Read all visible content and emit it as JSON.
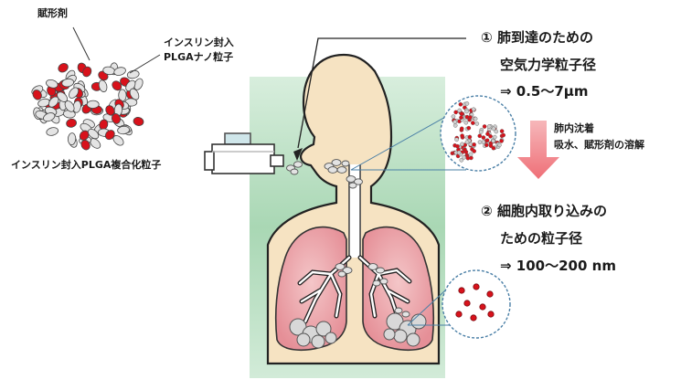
{
  "labels": {
    "excipient": "賦形剤",
    "nano_line1": "インスリン封入",
    "nano_line2": "PLGAナノ粒子",
    "composite": "インスリン封入PLGA複合化粒子",
    "lung_deposition": "肺内沈着",
    "dissolution": "吸水、賦形剤の溶解"
  },
  "requirements": [
    {
      "marker": "①",
      "line1": "肺到達のための",
      "line2": "空気力学粒子径",
      "value": "⇒ 0.5〜7μm"
    },
    {
      "marker": "②",
      "line1": "細胞内取り込みの",
      "line2": "ための粒子径",
      "value": "⇒ 100〜200 nm"
    }
  ],
  "colors": {
    "background_panel": "#a9d7b4",
    "body_fill": "#f6e3c2",
    "lung_fill": "#e8a3a8",
    "nanoparticle_red": "#d8121b",
    "arrow_pink": "#f07a80"
  }
}
